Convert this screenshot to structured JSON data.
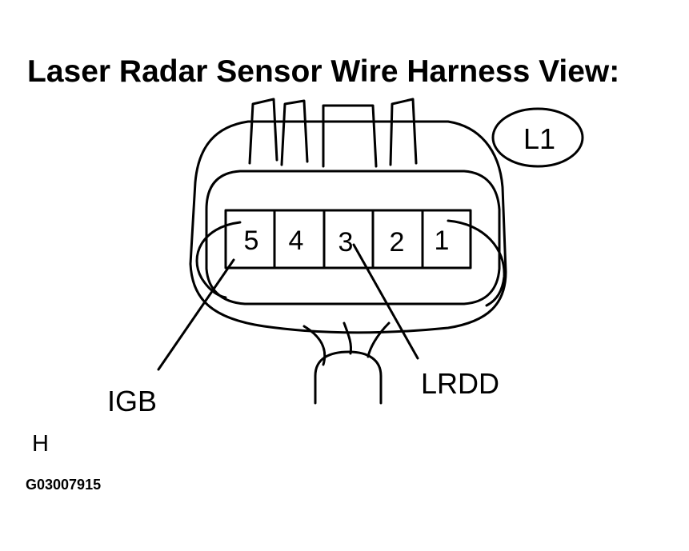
{
  "title": "Laser Radar Sensor Wire Harness View:",
  "connector": {
    "id": "L1",
    "pins": [
      "5",
      "4",
      "3",
      "2",
      "1"
    ]
  },
  "callouts": {
    "left": "IGB",
    "right": "LRDD"
  },
  "view_marker": "H",
  "figure_number": "G03007915",
  "colors": {
    "ink": "#000000",
    "background": "#ffffff"
  }
}
